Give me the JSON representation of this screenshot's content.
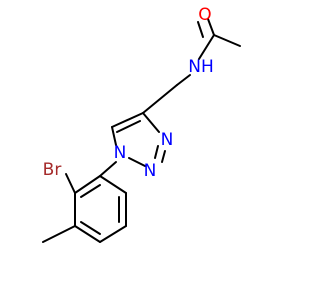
{
  "molecule": {
    "atoms": {
      "O": {
        "label": "O",
        "color": "#ff0000"
      },
      "NH": {
        "label": "NH",
        "color": "#0000ff"
      },
      "N1": {
        "label": "N",
        "color": "#0000ff"
      },
      "N2": {
        "label": "N",
        "color": "#0000ff"
      },
      "N3": {
        "label": "N",
        "color": "#0000ff"
      },
      "Br": {
        "label": "Br",
        "color": "#a52a2a"
      }
    },
    "bond_color": "#000000"
  }
}
